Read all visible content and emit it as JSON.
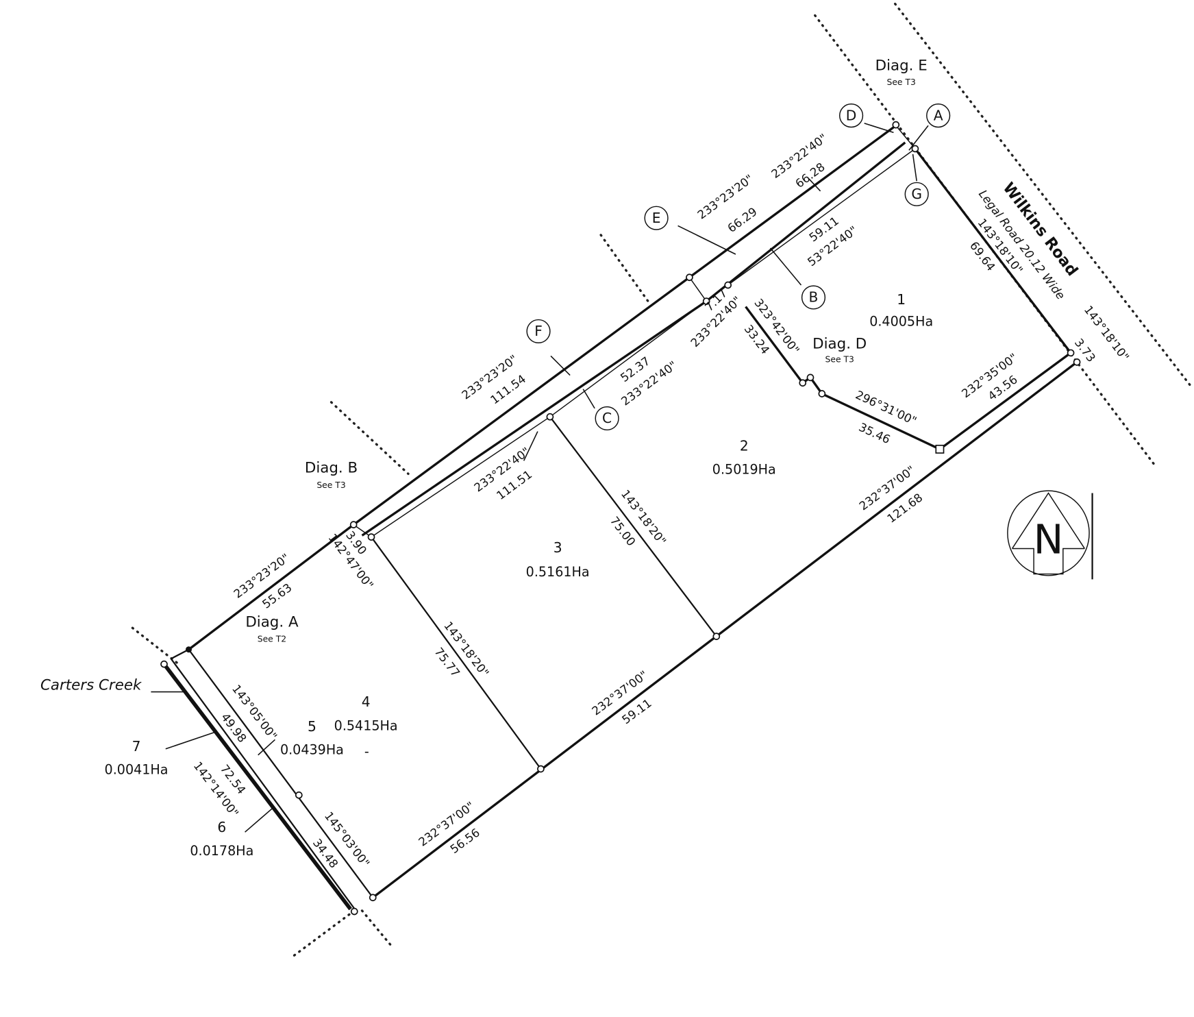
{
  "plan": {
    "diagrams": {
      "diag_e": "Diag. E",
      "diag_e_ref": "See T3",
      "diag_d": "Diag. D",
      "diag_d_ref": "See T3",
      "diag_b": "Diag. B",
      "diag_b_ref": "See T3",
      "diag_a": "Diag. A",
      "diag_a_ref": "See T2"
    },
    "markers": {
      "a": "A",
      "b": "B",
      "c": "C",
      "d": "D",
      "e": "E",
      "f": "F",
      "g": "G"
    },
    "road": {
      "name": "Wilkins Road",
      "legal": "Legal Road 20.12 Wide"
    },
    "creek": "Carters Creek",
    "lots": [
      {
        "number": "1",
        "area": "0.4005Ha"
      },
      {
        "number": "2",
        "area": "0.5019Ha"
      },
      {
        "number": "3",
        "area": "0.5161Ha"
      },
      {
        "number": "4",
        "area": "0.5415Ha"
      },
      {
        "number": "5",
        "area": "0.0439Ha"
      },
      {
        "number": "6",
        "area": "0.0178Ha"
      },
      {
        "number": "7",
        "area": "0.0041Ha"
      }
    ],
    "dash": "-",
    "bearings": [
      {
        "bearing": "233°22'40\"",
        "distance": "66.28"
      },
      {
        "bearing": "233°23'20\"",
        "distance": "66.29"
      },
      {
        "bearing": "53°22'40\"",
        "distance": "59.11"
      },
      {
        "bearing": "143°18'10\"",
        "distance": "69.64"
      },
      {
        "bearing": "143°18'10\"",
        "distance": "3.73"
      },
      {
        "bearing": "233°22'40\"",
        "distance": "7.17"
      },
      {
        "bearing": "323°42'00\"",
        "distance": "33.24"
      },
      {
        "bearing": "232°35'00\"",
        "distance": "43.56"
      },
      {
        "bearing": "296°31'00\"",
        "distance": "35.46"
      },
      {
        "bearing": "233°23'20\"",
        "distance": "111.54"
      },
      {
        "bearing": "233°22'40\"",
        "distance": "52.37"
      },
      {
        "bearing": "233°22'40\"",
        "distance": "111.51"
      },
      {
        "bearing": "232°37'00\"",
        "distance": "121.68"
      },
      {
        "bearing": "143°18'20\"",
        "distance": "75.00"
      },
      {
        "bearing": "142°47'00\"",
        "distance": "3.90"
      },
      {
        "bearing": "233°23'20\"",
        "distance": "55.63"
      },
      {
        "bearing": "143°18'20\"",
        "distance": "75.77"
      },
      {
        "bearing": "232°37'00\"",
        "distance": "59.11"
      },
      {
        "bearing": "143°05'00\"",
        "distance": "49.98"
      },
      {
        "bearing": "142°14'00\"",
        "distance": "72.54"
      },
      {
        "bearing": "145°03'00\"",
        "distance": "34.48"
      },
      {
        "bearing": "232°37'00\"",
        "distance": "56.56"
      }
    ],
    "north_arrow": {
      "label": "N"
    }
  }
}
